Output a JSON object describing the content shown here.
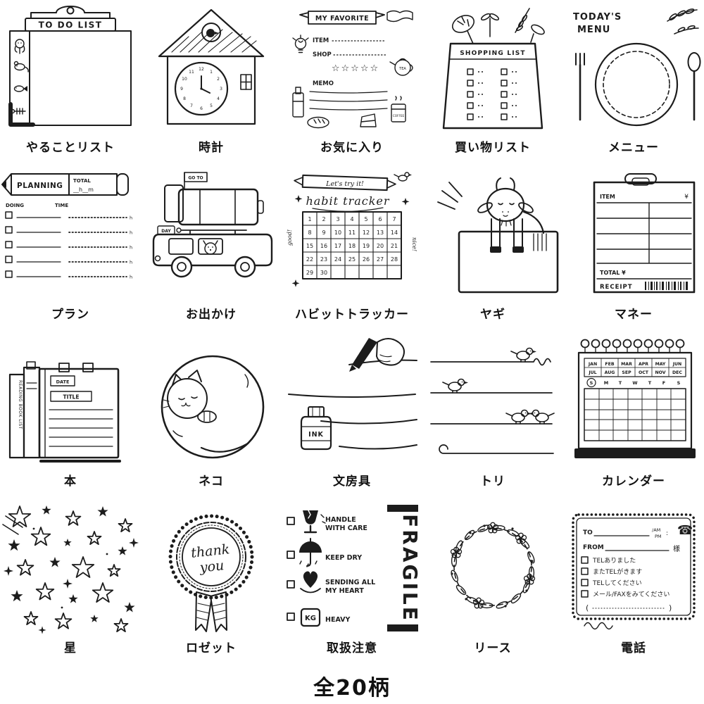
{
  "caption": "全20柄",
  "items": [
    {
      "label": "やることリスト",
      "art": {
        "title": "TO DO LIST"
      }
    },
    {
      "label": "時計",
      "art": {
        "numerals": [
          "12",
          "1",
          "2",
          "3",
          "4",
          "5",
          "6",
          "7",
          "8",
          "9",
          "10",
          "11"
        ]
      }
    },
    {
      "label": "お気に入り",
      "art": {
        "banner": "MY FAVORITE",
        "item": "ITEM",
        "shop": "SHOP",
        "stars": "☆☆☆☆☆",
        "memo": "MEMO",
        "tea": "TEA",
        "coffee": "COFFEE"
      }
    },
    {
      "label": "買い物リスト",
      "art": {
        "title": "SHOPPING LIST"
      }
    },
    {
      "label": "メニュー",
      "art": {
        "title_line1": "TODAY'S",
        "title_line2": "MENU"
      }
    },
    {
      "label": "プラン",
      "art": {
        "planning": "PLANNING",
        "total": "TOTAL",
        "total_units": "__h__m",
        "doing": "DOING",
        "time": "TIME",
        "hour_mark": "h"
      }
    },
    {
      "label": "お出かけ",
      "art": {
        "goto": "GO TO",
        "day": "DAY"
      }
    },
    {
      "label": "ハビットトラッカー",
      "art": {
        "banner": "Let's try it!",
        "title": "habit tracker",
        "good": "good!",
        "nice": "nice!",
        "days": [
          "1",
          "2",
          "3",
          "4",
          "5",
          "6",
          "7",
          "8",
          "9",
          "10",
          "11",
          "12",
          "13",
          "14",
          "15",
          "16",
          "17",
          "18",
          "19",
          "20",
          "21",
          "22",
          "23",
          "24",
          "25",
          "26",
          "27",
          "28",
          "29",
          "30"
        ]
      }
    },
    {
      "label": "ヤギ",
      "art": {}
    },
    {
      "label": "マネー",
      "art": {
        "item": "ITEM",
        "yen": "¥",
        "total": "TOTAL ¥",
        "receipt": "RECEIPT"
      }
    },
    {
      "label": "本",
      "art": {
        "spine": "READING BOOK LIST",
        "date": "DATE",
        "title": "TITLE"
      }
    },
    {
      "label": "ネコ",
      "art": {}
    },
    {
      "label": "文房具",
      "art": {
        "ink": "INK"
      }
    },
    {
      "label": "トリ",
      "art": {}
    },
    {
      "label": "カレンダー",
      "art": {
        "months_row1": [
          "JAN",
          "FEB",
          "MAR",
          "APR",
          "MAY",
          "JUN"
        ],
        "months_row2": [
          "JUL",
          "AUG",
          "SEP",
          "OCT",
          "NOV",
          "DEC"
        ],
        "weekdays": [
          "S",
          "M",
          "T",
          "W",
          "T",
          "F",
          "S"
        ]
      }
    },
    {
      "label": "星",
      "art": {}
    },
    {
      "label": "ロゼット",
      "art": {
        "script_line1": "thank",
        "script_line2": "you"
      }
    },
    {
      "label": "取扱注意",
      "art": {
        "handle_1": "HANDLE",
        "handle_2": "WITH CARE",
        "keep_dry": "KEEP DRY",
        "sending_1": "SENDING ALL",
        "sending_2": "MY HEART",
        "kg": "KG",
        "heavy": "HEAVY",
        "fragile": "FRAGILE"
      }
    },
    {
      "label": "リース",
      "art": {}
    },
    {
      "label": "電話",
      "art": {
        "phone_icon": "☎",
        "to": "TO",
        "am": "/AM",
        "pm": "PM",
        "colon": ":",
        "from": "FROM",
        "sama": "様",
        "checks": [
          "TELありました",
          "またTELがきます",
          "TELしてください",
          "メール/FAXをみてください"
        ],
        "paren_open": "(",
        "paren_close": ")"
      }
    }
  ]
}
